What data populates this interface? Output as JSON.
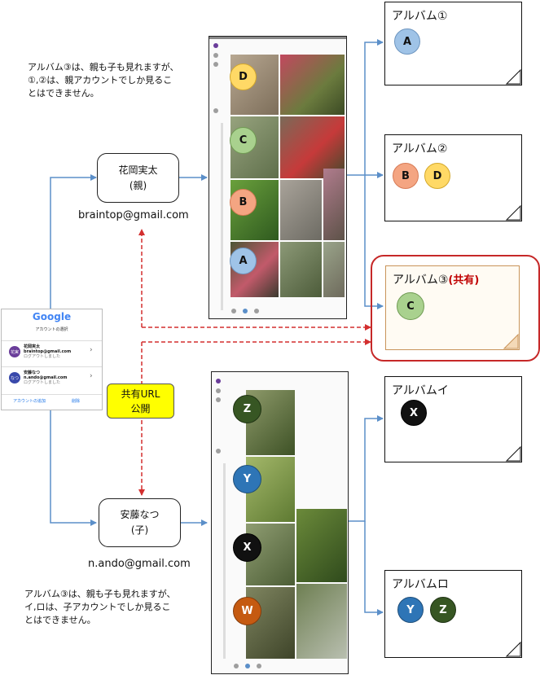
{
  "colors": {
    "A": "#9fc3e7",
    "B": "#f4a582",
    "C": "#a9d18e",
    "D": "#ffd966",
    "X": "#111111",
    "Y": "#2e75b6",
    "Z": "#375623",
    "W": "#c55a11",
    "arrow": "#5b8fc9",
    "shared_link": "#d32f2f",
    "highlight": "#c62828",
    "badge": "#ffff00"
  },
  "notes": {
    "parent": "アルバム③は、親も子も見れますが、\n①,②は、親アカウントでしか見るこ\nとはできません。",
    "child": "アルバム③は、親も子も見れますが、\nイ,ロは、子アカウントでしか見るこ\nとはできません。"
  },
  "people": {
    "parent": {
      "name": "花岡実太\n(親)",
      "email": "braintop@gmail.com"
    },
    "child": {
      "name": "安藤なつ\n(子)",
      "email": "n.ando@gmail.com"
    }
  },
  "badge": {
    "text": "共有URL\n公開"
  },
  "google": {
    "logo": "Google",
    "subtitle": "アカウントの選択",
    "accounts": [
      {
        "avatar": "花実",
        "name": "花岡実太",
        "email": "braintop@gmail.com",
        "status": "ログアウトしました"
      },
      {
        "avatar": "なつ",
        "name": "安藤なつ",
        "email": "n.ando@gmail.com",
        "status": "ログアウトしました"
      }
    ],
    "footer_left": "アカウントの追加",
    "footer_right": "削除"
  },
  "albums": [
    {
      "title": "アルバム①",
      "shared_tag": "",
      "items": [
        "A"
      ]
    },
    {
      "title": "アルバム②",
      "shared_tag": "",
      "items": [
        "B",
        "D"
      ]
    },
    {
      "title": "アルバム③",
      "shared_tag": "(共有)",
      "items": [
        "C"
      ]
    },
    {
      "title": "アルバムイ",
      "shared_tag": "",
      "items": [
        "X"
      ]
    },
    {
      "title": "アルバムロ",
      "shared_tag": "",
      "items": [
        "Y",
        "Z"
      ]
    }
  ],
  "phone_parent": {
    "labels": [
      "D",
      "C",
      "B",
      "A"
    ]
  },
  "phone_child": {
    "labels": [
      "Z",
      "Y",
      "X",
      "W"
    ]
  }
}
